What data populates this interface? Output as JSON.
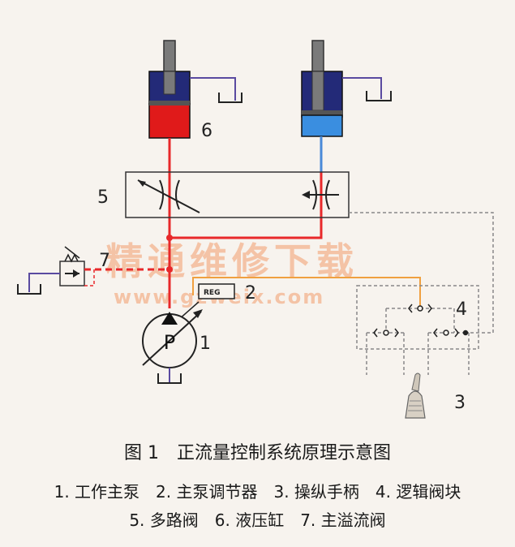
{
  "labels": {
    "n1": "1",
    "n2": "2",
    "n3": "3",
    "n4": "4",
    "n5": "5",
    "n6": "6",
    "n7": "7",
    "pump": "P",
    "reg": "REG"
  },
  "watermark": {
    "main": "精通维修下载",
    "url": "www.gzweix.com"
  },
  "caption": {
    "title": "图 1　正流量控制系统原理示意图",
    "legend_line1": "1. 工作主泵　2. 主泵调节器　3. 操纵手柄　4. 逻辑阀块",
    "legend_line2": "5. 多路阀　6. 液压缸　7. 主溢流阀"
  },
  "colors": {
    "pressure_line": "#e8282a",
    "return_line": "#4a8ad8",
    "pilot_line": "#f0a040",
    "cylinder_body": "#232a78",
    "cylinder_red": "#e01a1a",
    "cylinder_blue": "#3a8ee0",
    "rod": "#777777",
    "drain_line": "#5a4aa0"
  }
}
